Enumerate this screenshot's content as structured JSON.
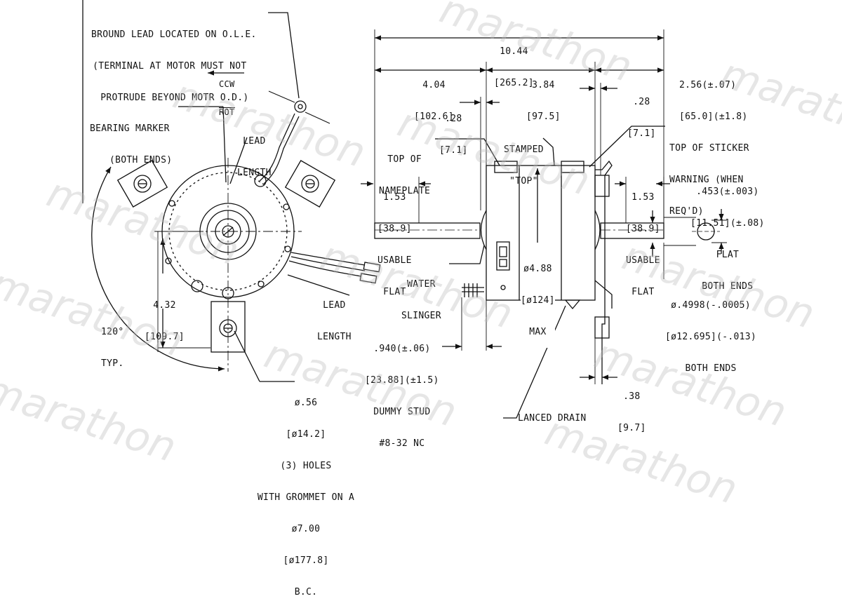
{
  "watermark": "marathon",
  "colors": {
    "line": "#111111",
    "watermark": "#bebebe"
  },
  "end_view": {
    "ground_note": [
      "BROUND LEAD LOCATED ON O.L.E.",
      "(TERMINAL AT MOTOR MUST NOT",
      "PROTRUDE BEYOND MOTR O.D.)"
    ],
    "rotation": [
      "CCW",
      "ROT"
    ],
    "bearing_marker": [
      "BEARING MARKER",
      "(BOTH ENDS)"
    ],
    "lead_length_top": [
      "LEAD",
      "LENGTH"
    ],
    "height_dim": [
      "4.32",
      "[109.7]"
    ],
    "angle": [
      "120°",
      "TYP."
    ],
    "lead_length_bottom": [
      "LEAD",
      "LENGTH"
    ],
    "holes_note": [
      "ø.56",
      "[ø14.2]",
      "(3) HOLES",
      "WITH GROMMET ON A",
      "ø7.00",
      "[ø177.8]",
      "B.C."
    ]
  },
  "side_view": {
    "overall": [
      "10.44",
      "[265.2]"
    ],
    "left_len": [
      "4.04",
      "[102.6]"
    ],
    "body_len": [
      "3.84",
      "[97.5]"
    ],
    "right_shaft": [
      "2.56(±.07)",
      "[65.0](±1.8)"
    ],
    "flange_left": [
      ".28",
      "[7.1]"
    ],
    "flange_right": [
      ".28",
      "[7.1]"
    ],
    "stamped_top": [
      "STAMPED",
      "\"TOP\""
    ],
    "top_of_nameplate": [
      "TOP OF",
      "NAMEPLATE"
    ],
    "sticker_warning": [
      "TOP OF STICKER",
      "WARNING (WHEN",
      "REQ'D)"
    ],
    "usable_flat_left": [
      "1.53",
      "[38.9]",
      "USABLE",
      "FLAT"
    ],
    "usable_flat_right": [
      "1.53",
      "[38.9]",
      "USABLE",
      "FLAT"
    ],
    "flat_dim": [
      ".453(±.003)",
      "[11.51](±.08)",
      "FLAT",
      "BOTH ENDS"
    ],
    "water_slinger": [
      "WATER",
      "SLINGER"
    ],
    "diameter": [
      "ø4.88",
      "[ø124]",
      "MAX"
    ],
    "shaft_dia": [
      "ø.4998(-.0005)",
      "[ø12.695](-.013)",
      "BOTH ENDS"
    ],
    "dummy_stud": [
      ".940(±.06)",
      "[23.88](±1.5)",
      "DUMMY STUD",
      "#8-32 NC"
    ],
    "bracket": [
      ".38",
      "[9.7]"
    ],
    "lanced_drain": "LANCED DRAIN"
  }
}
